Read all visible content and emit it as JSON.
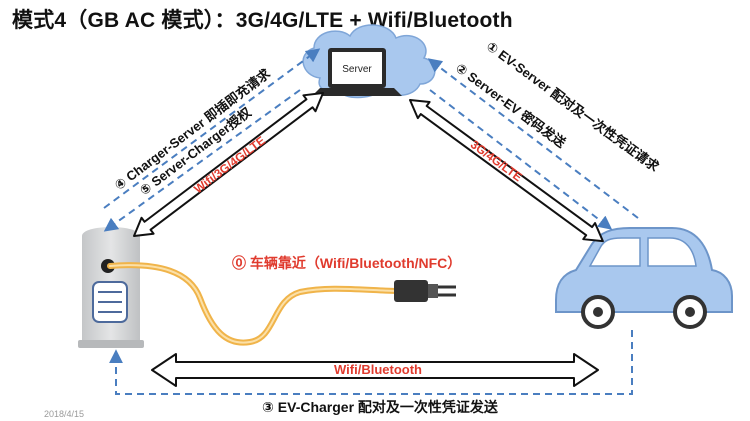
{
  "title": "模式4（GB AC 模式）：3G/4G/LTE + Wifi/Bluetooth",
  "server": {
    "label": "Server"
  },
  "steps": {
    "s0": "⓪ 车辆靠近（Wifi/Bluetooth/NFC）",
    "s1": "① EV-Server 配对及一次性凭证请求",
    "s2": "② Server-EV 密码发送",
    "s3": "③ EV-Charger 配对及一次性凭证发送",
    "s4": "④ Charger-Server 即插即充请求",
    "s5": "⑤ Server-Charger授权"
  },
  "links": {
    "charger_server": "Wifi/3G/4G/LTE",
    "server_ev": "3G/4G/LTE",
    "charger_ev": "Wifi/Bluetooth"
  },
  "date_stamp": "2018/4/15",
  "colors": {
    "step_text": "#111111",
    "link_text": "#e03b2e",
    "dashed_arrow": "#4a7ec0",
    "cloud": "#a9c8ee",
    "car": "#a9c8ee",
    "cable": "#f0b44a",
    "charger": "#d2d4d6"
  },
  "icons": [
    "cloud-icon",
    "laptop-icon",
    "charger-icon",
    "plug-icon",
    "car-icon"
  ]
}
